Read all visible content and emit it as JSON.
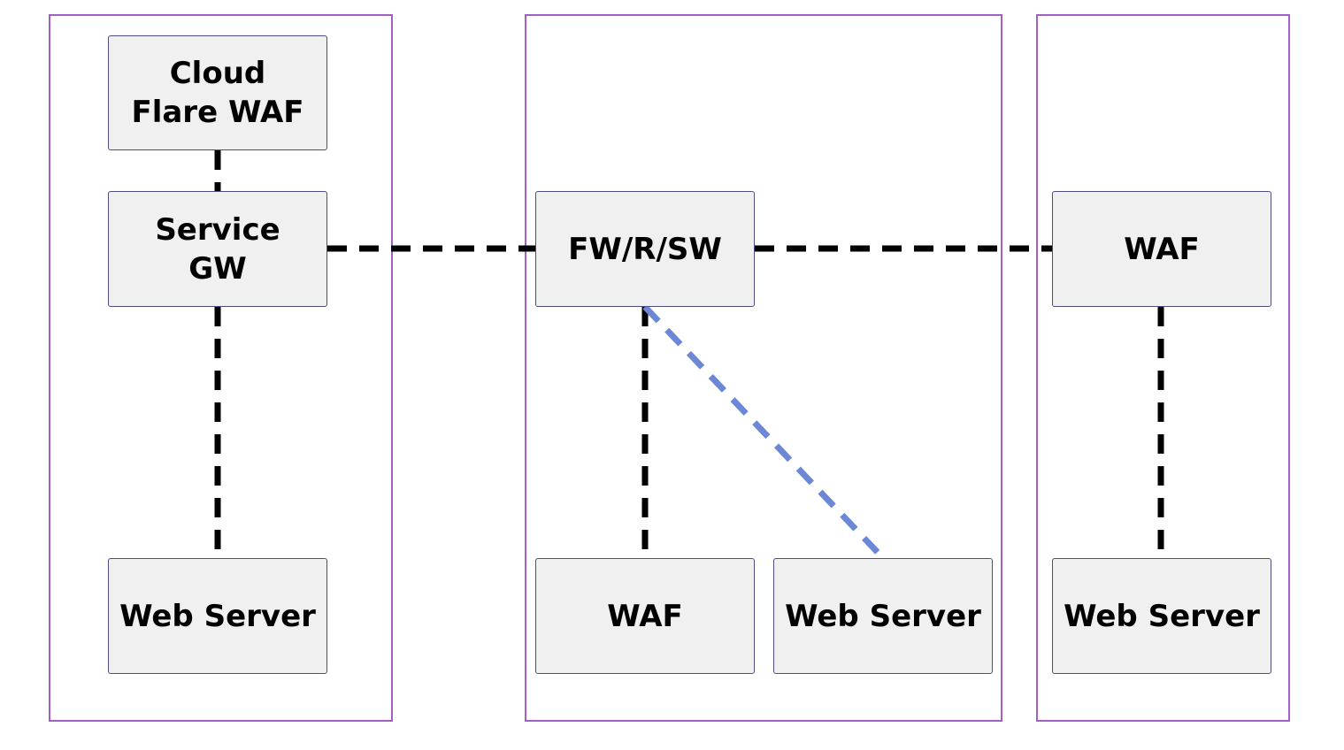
{
  "groups": [
    {
      "id": "group-left"
    },
    {
      "id": "group-middle"
    },
    {
      "id": "group-right"
    }
  ],
  "nodes": {
    "cloudflare_waf": {
      "label": "Cloud\nFlare WAF"
    },
    "service_gw": {
      "label": "Service\nGW"
    },
    "web_server_left": {
      "label": "Web Server"
    },
    "fw_r_sw": {
      "label": "FW/R/SW"
    },
    "waf_middle": {
      "label": "WAF"
    },
    "web_server_middle": {
      "label": "Web Server"
    },
    "waf_right": {
      "label": "WAF"
    },
    "web_server_right": {
      "label": "Web Server"
    }
  },
  "edges": [
    {
      "from": "cloudflare_waf",
      "to": "service_gw",
      "style": "dashed",
      "color": "#000000"
    },
    {
      "from": "service_gw",
      "to": "web_server_left",
      "style": "dashed",
      "color": "#000000"
    },
    {
      "from": "service_gw",
      "to": "fw_r_sw",
      "style": "dashed",
      "color": "#000000"
    },
    {
      "from": "fw_r_sw",
      "to": "waf_right",
      "style": "dashed",
      "color": "#000000"
    },
    {
      "from": "fw_r_sw",
      "to": "waf_middle",
      "style": "dashed",
      "color": "#000000"
    },
    {
      "from": "fw_r_sw",
      "to": "web_server_middle",
      "style": "dashed",
      "color": "#6b87d6"
    },
    {
      "from": "waf_right",
      "to": "web_server_right",
      "style": "dashed",
      "color": "#000000"
    }
  ],
  "colors": {
    "group_border": "#a35fc4",
    "node_fill": "#f0f0f0",
    "node_border": "#4d4d80",
    "edge_default": "#000000",
    "edge_accent": "#6b87d6"
  }
}
